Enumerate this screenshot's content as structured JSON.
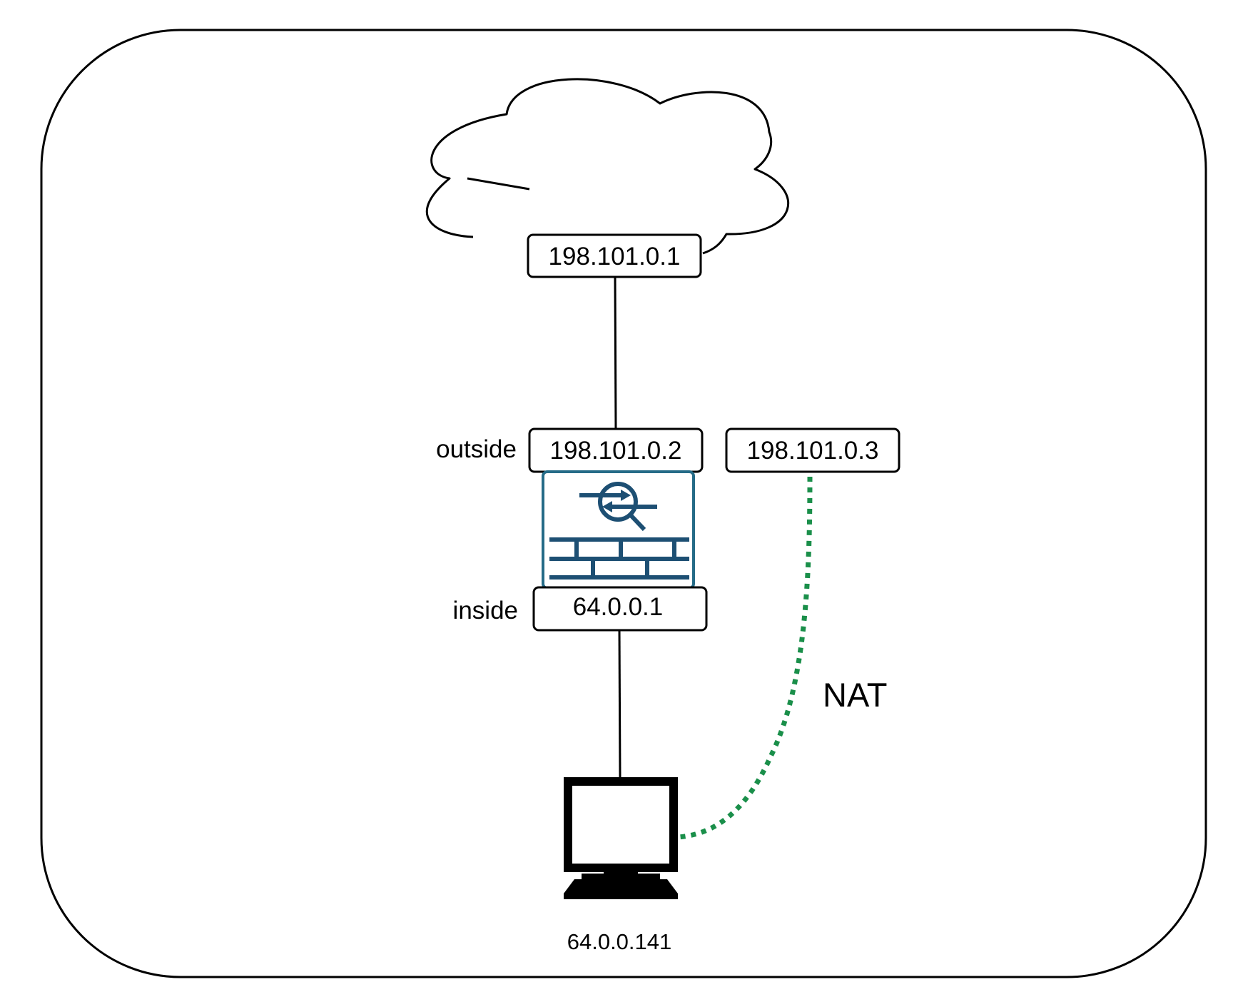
{
  "cloud": {
    "address": "198.101.0.1"
  },
  "firewall": {
    "outside_label": "outside",
    "outside_address": "198.101.0.2",
    "inside_label": "inside",
    "inside_address": "64.0.0.1",
    "icon": "firewall-icon"
  },
  "nat": {
    "address": "198.101.0.3",
    "label": "NAT",
    "link_color": "#1a8f4a"
  },
  "host": {
    "address": "64.0.0.141",
    "icon": "computer-monitor-icon"
  },
  "colors": {
    "outline": "#000000",
    "firewall_accent": "#1d4f73",
    "firewall_border": "#256b87"
  }
}
